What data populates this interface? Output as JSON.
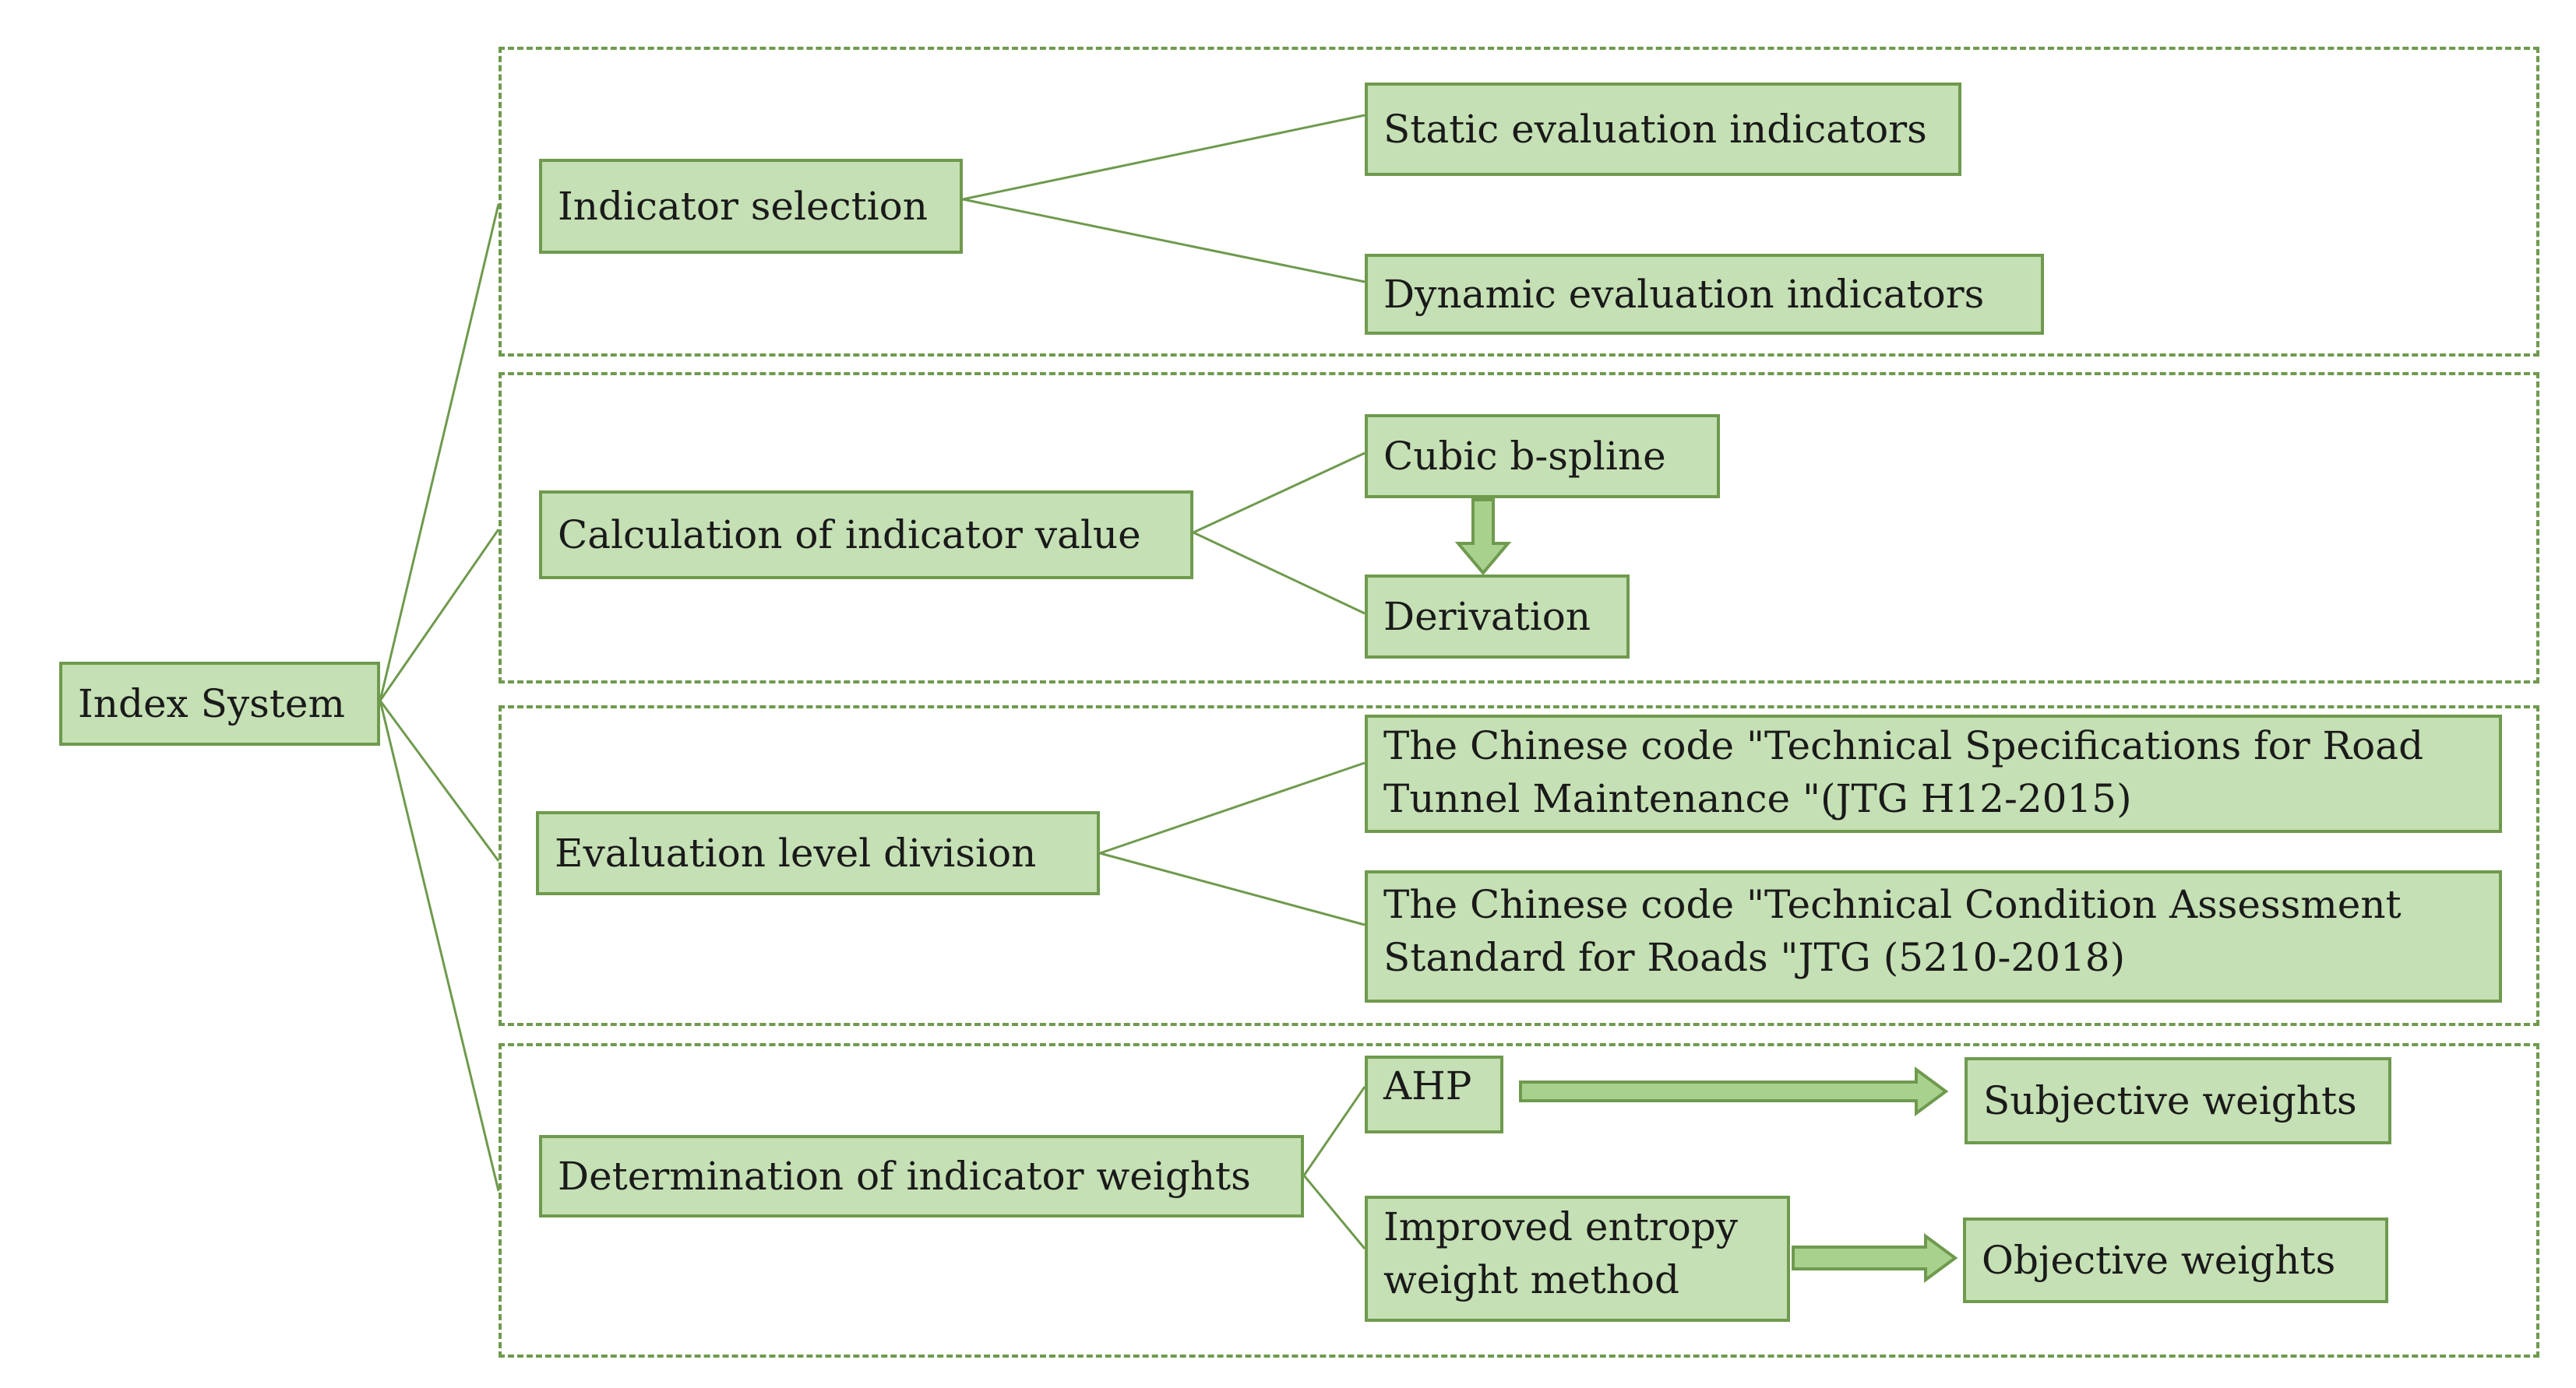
{
  "root": {
    "label": "Index System"
  },
  "stages": {
    "selection": {
      "label": "Indicator selection",
      "children": [
        "Static evaluation indicators",
        "Dynamic evaluation indicators"
      ]
    },
    "calculation": {
      "label": "Calculation of indicator value",
      "children": [
        "Cubic b-spline",
        "Derivation"
      ]
    },
    "evaluation": {
      "label": "Evaluation level division",
      "children": [
        "The Chinese code \"Technical Specifications for Road Tunnel Maintenance \"(JTG H12-2015)",
        "The Chinese code \"Technical Condition Assessment Standard for Roads \"JTG (5210-2018)"
      ]
    },
    "weights": {
      "label": "Determination of indicator weights",
      "methods": [
        "AHP",
        "Improved entropy weight method"
      ],
      "results": [
        "Subjective weights",
        "Objective weights"
      ]
    }
  },
  "colors": {
    "box_fill": "#c5e0b4",
    "box_border": "#6f9a4e",
    "line": "#6f9a4e",
    "arrow_fill": "#a9d18e"
  }
}
